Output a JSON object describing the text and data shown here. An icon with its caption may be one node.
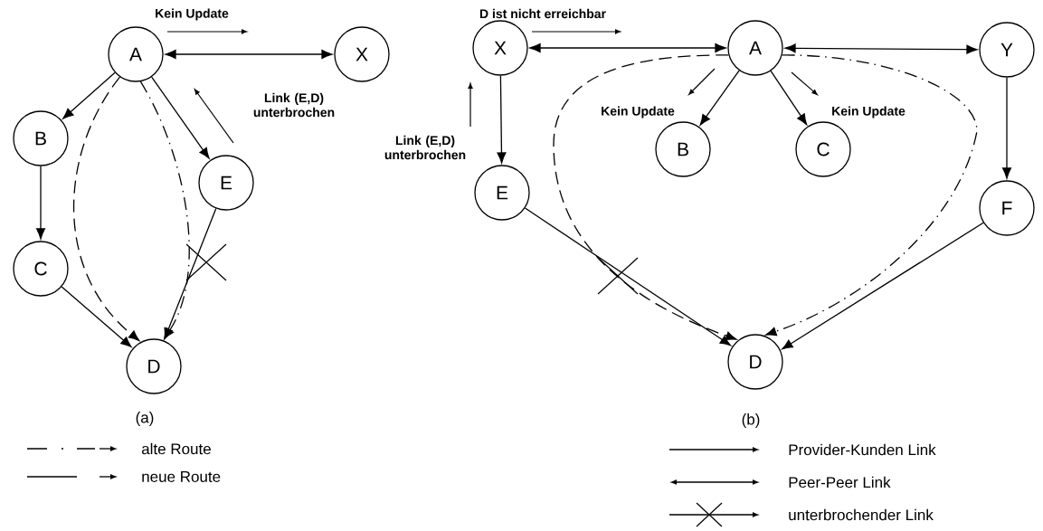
{
  "diagram": {
    "nodes": [
      {
        "text": [
          "A"
        ]
      },
      {
        "text": [
          "X"
        ]
      },
      {
        "text": [
          "B"
        ]
      },
      {
        "text": [
          "C"
        ]
      },
      {
        "text": [
          "E"
        ]
      },
      {
        "text": [
          "D"
        ]
      },
      {
        "text": [
          "X"
        ]
      },
      {
        "text": [
          "A"
        ]
      },
      {
        "text": [
          "Y"
        ]
      },
      {
        "text": [
          "B"
        ]
      },
      {
        "text": [
          "C"
        ]
      },
      {
        "text": [
          "E"
        ]
      },
      {
        "text": [
          "F"
        ]
      },
      {
        "text": [
          "D"
        ]
      }
    ],
    "edges": [
      {
        "from": 0,
        "to": 2,
        "arrow": "to"
      },
      {
        "from": 2,
        "to": 3,
        "arrow": "to"
      },
      {
        "from": 3,
        "to": 5,
        "arrow": "to"
      },
      {
        "from": 0,
        "to": 4,
        "arrow": "to"
      },
      {
        "from": 4,
        "to": 5,
        "arrow": "to"
      },
      {
        "from": 0,
        "to": 1,
        "arrow": "both"
      },
      {
        "from": 0,
        "to": 5,
        "arrow": "to",
        "style": "dashed"
      },
      {
        "from": 0,
        "to": 5,
        "arrow": "to",
        "style": "dashed"
      },
      {
        "from": 6,
        "to": 7,
        "arrow": "both"
      },
      {
        "from": 7,
        "to": 8,
        "arrow": "both"
      },
      {
        "from": 7,
        "to": 9,
        "arrow": "to"
      },
      {
        "from": 7,
        "to": 10,
        "arrow": "to"
      },
      {
        "from": 6,
        "to": 11,
        "arrow": "to"
      },
      {
        "from": 8,
        "to": 12,
        "arrow": "to"
      },
      {
        "from": 11,
        "to": 13,
        "arrow": "to"
      },
      {
        "from": 12,
        "to": 13,
        "arrow": "to"
      },
      {
        "from": 7,
        "to": 13,
        "arrow": "to",
        "style": "dashed"
      },
      {
        "from": 7,
        "to": 13,
        "arrow": "to",
        "style": "dashed"
      }
    ],
    "labels": [
      "Kein Update",
      "Link (E,D) unterbrochen",
      "D ist nicht erreichbar",
      "Kein Update",
      "Kein Update",
      "Link (E,D) unterbrochen",
      "(a)",
      "(b)"
    ],
    "legend": [
      {
        "text": "alte Route"
      },
      {
        "text": "neue Route"
      },
      {
        "text": "Provider-Kunden Link"
      },
      {
        "text": "Peer-Peer Link"
      },
      {
        "text": "unterbrochender Link"
      }
    ]
  }
}
